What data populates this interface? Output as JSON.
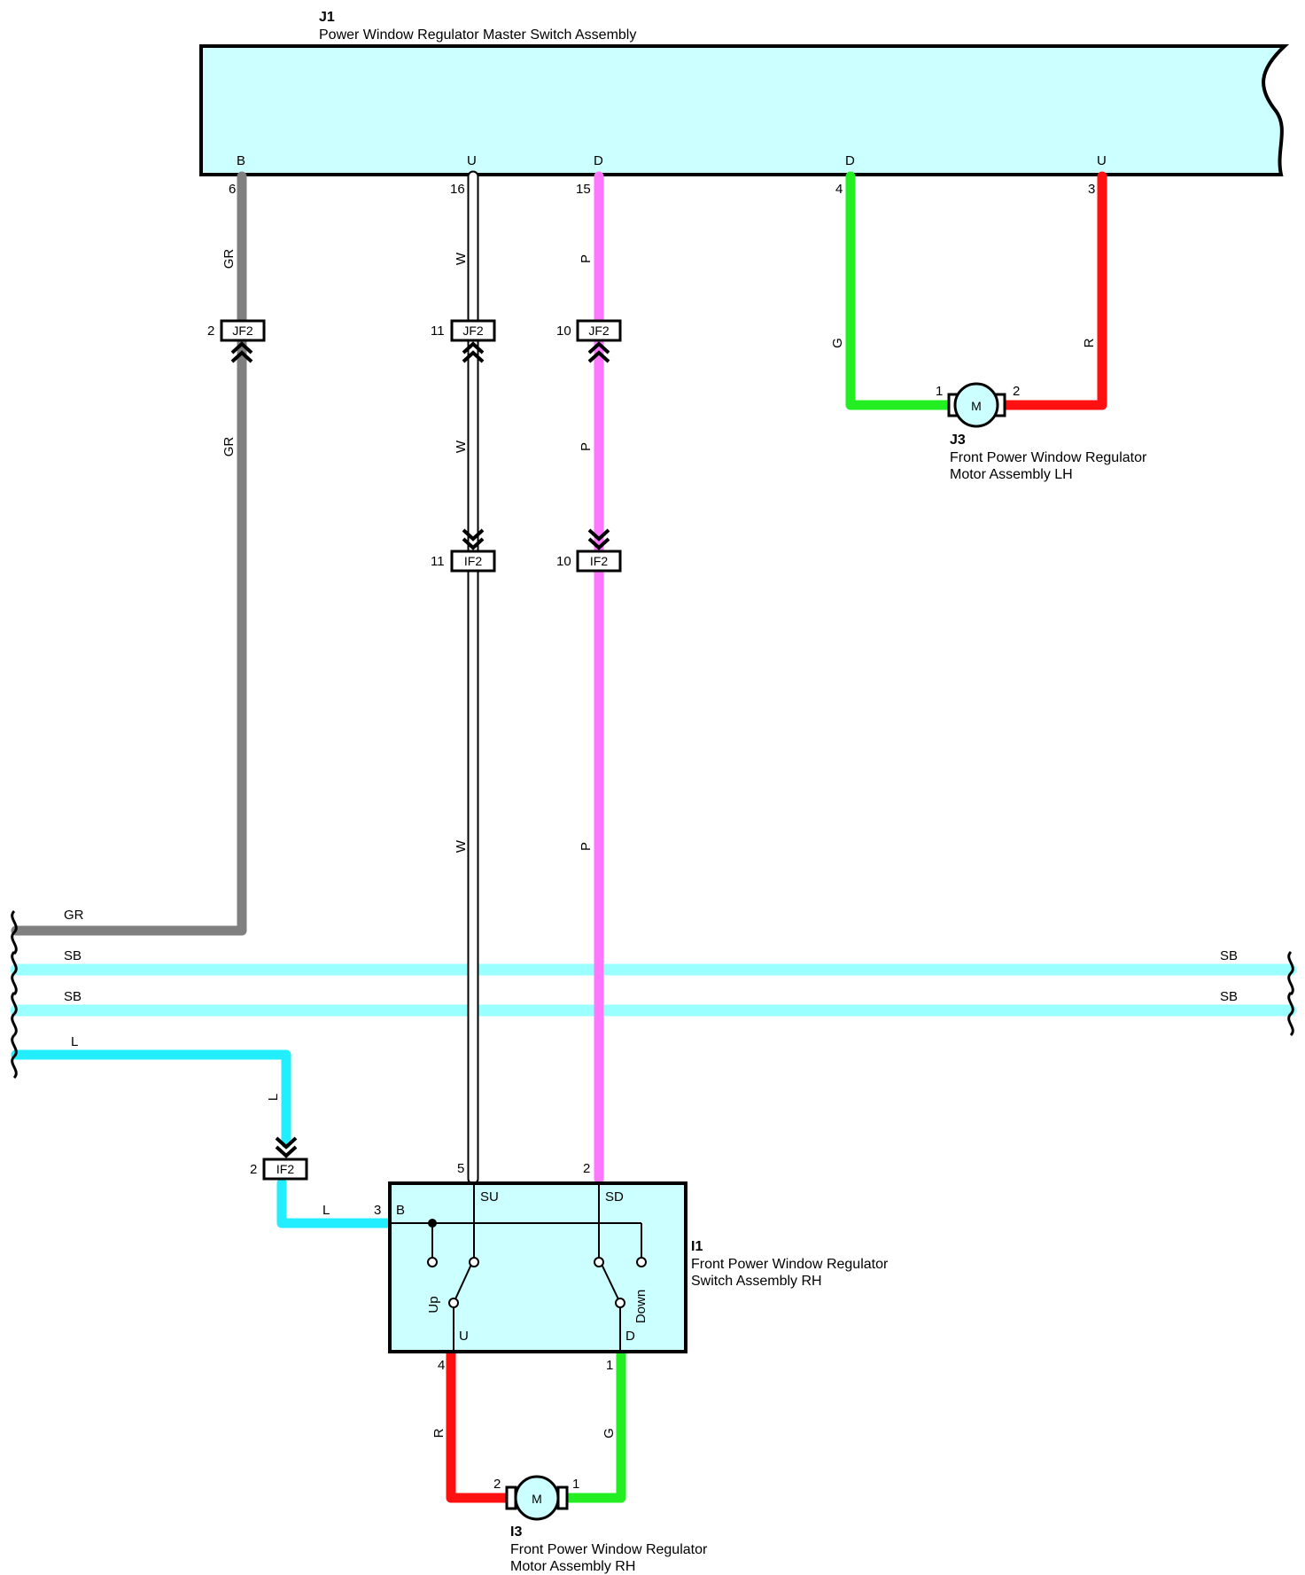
{
  "components": {
    "master_switch": {
      "code": "J1",
      "name": "Power Window Regulator Master Switch Assembly",
      "fill": "#ccffff"
    },
    "motor_lh": {
      "code": "J3",
      "name_line1": "Front Power Window Regulator",
      "name_line2": "Motor Assembly LH",
      "symbol": "M"
    },
    "switch_rh": {
      "code": "I1",
      "name_line1": "Front Power Window Regulator",
      "name_line2": "Switch Assembly RH"
    },
    "motor_rh": {
      "code": "I3",
      "name_line1": "Front Power Window Regulator",
      "name_line2": "Motor Assembly RH",
      "symbol": "M"
    }
  },
  "master_terminals": {
    "b": {
      "label": "B",
      "pin": "6"
    },
    "u1": {
      "label": "U",
      "pin": "16"
    },
    "d1": {
      "label": "D",
      "pin": "15"
    },
    "d2": {
      "label": "D",
      "pin": "4"
    },
    "u2": {
      "label": "U",
      "pin": "3"
    }
  },
  "connectors": {
    "jf2_gr": {
      "label": "JF2",
      "pin": "2"
    },
    "jf2_w": {
      "label": "JF2",
      "pin": "11"
    },
    "jf2_p": {
      "label": "JF2",
      "pin": "10"
    },
    "if2_w": {
      "label": "IF2",
      "pin": "11"
    },
    "if2_p": {
      "label": "IF2",
      "pin": "10"
    },
    "if2_l": {
      "label": "IF2",
      "pin": "2"
    }
  },
  "wire_labels": {
    "gr": "GR",
    "w": "W",
    "p": "P",
    "g": "G",
    "r": "R",
    "l": "L",
    "sb": "SB"
  },
  "motor_lh_pins": {
    "left": "1",
    "right": "2"
  },
  "motor_rh_pins": {
    "left": "2",
    "right": "1"
  },
  "switch_rh_terminals": {
    "su": "SU",
    "sd": "SD",
    "b": "B",
    "u": "U",
    "d": "D",
    "up": "Up",
    "down": "Down",
    "pin_su": "5",
    "pin_sd": "2",
    "pin_b": "3",
    "pin_u": "4",
    "pin_d": "1"
  },
  "wire_colors": {
    "GR": "#808080",
    "W": "#ffffff",
    "P": "#ff77ff",
    "G": "#22ee22",
    "R": "#ff1111",
    "L": "#22eeff",
    "SB": "#99ffff"
  }
}
